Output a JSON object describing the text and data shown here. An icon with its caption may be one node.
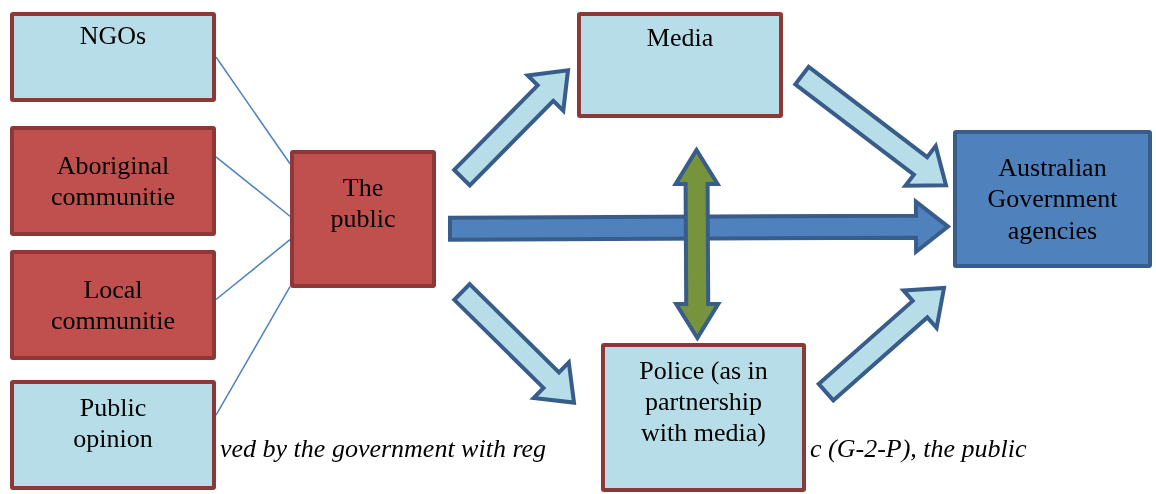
{
  "diagram": {
    "nodes": [
      {
        "text": [
          "NGOs"
        ]
      },
      {
        "text": [
          "Aboriginal communitie"
        ]
      },
      {
        "text": [
          "Local communitie"
        ]
      },
      {
        "text": [
          "Public opinion"
        ]
      },
      {
        "text": [
          "The public"
        ]
      },
      {
        "text": [
          "Media"
        ]
      },
      {
        "text": [
          "Australian Government agencies"
        ]
      },
      {
        "text": [
          "Police (as in partnership with media)"
        ]
      }
    ],
    "edges": [
      {
        "from": 0,
        "to": 4,
        "arrow": "none",
        "color": "#4f81bd"
      },
      {
        "from": 1,
        "to": 4,
        "arrow": "none",
        "color": "#4f81bd"
      },
      {
        "from": 2,
        "to": 4,
        "arrow": "none",
        "color": "#4f81bd"
      },
      {
        "from": 3,
        "to": 4,
        "arrow": "none",
        "color": "#4f81bd"
      },
      {
        "from": 4,
        "to": 5,
        "arrow": "to",
        "style": "thick",
        "color": "#b7dee8"
      },
      {
        "from": 4,
        "to": 6,
        "arrow": "to",
        "style": "thick",
        "color": "#4f81bd"
      },
      {
        "from": 4,
        "to": 7,
        "arrow": "to",
        "style": "thick",
        "color": "#b7dee8"
      },
      {
        "from": 5,
        "to": 6,
        "arrow": "to",
        "style": "thick",
        "color": "#b7dee8"
      },
      {
        "from": 7,
        "to": 6,
        "arrow": "to",
        "style": "thick",
        "color": "#b7dee8"
      },
      {
        "from": 5,
        "to": 7,
        "arrow": "both",
        "style": "thick",
        "color": "#77933c"
      }
    ],
    "labels": [
      "ved by the government with reg",
      "c (G-2-P), the public"
    ]
  }
}
